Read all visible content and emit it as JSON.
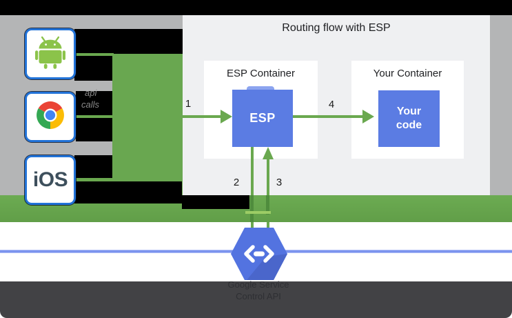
{
  "panel": {
    "title": "Routing flow with ESP"
  },
  "esp_container": {
    "label": "ESP Container",
    "box_label": "ESP"
  },
  "your_container": {
    "label": "Your Container",
    "box_line1": "Your",
    "box_line2": "code"
  },
  "steps": {
    "s1": "1",
    "s2": "2",
    "s3": "3",
    "s4": "4"
  },
  "clients": {
    "android_icon": "android-robot",
    "chrome_icon": "chrome-browser",
    "ios_label": "iOS"
  },
  "fragments": {
    "line1": "api",
    "line2": "calls"
  },
  "service": {
    "line1": "Google Service",
    "line2": "Control API",
    "icon": "cloud-endpoints-hexagon"
  },
  "colors": {
    "flow_green": "#6aa84f",
    "band_green": "#69a750",
    "box_blue": "#5b7ce3",
    "hex_blue": "#5373e0",
    "wire_blue": "#7b93ee",
    "panel_gray": "#eff0f2",
    "backdrop_gray": "#b4b5b6",
    "footer_dark": "#424245",
    "occluder_black": "#000000"
  }
}
